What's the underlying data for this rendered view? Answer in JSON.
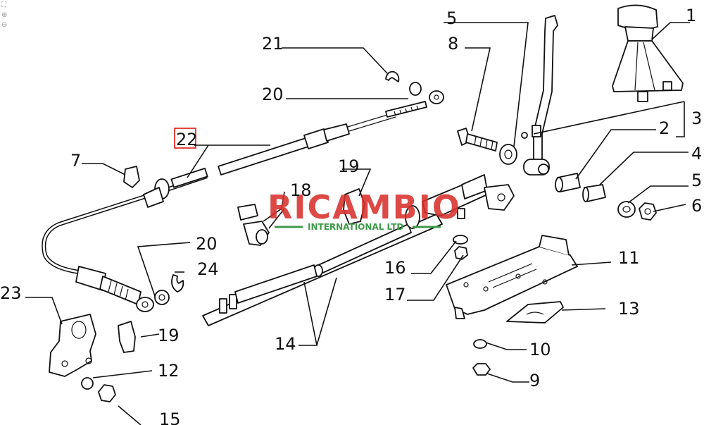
{
  "toolbar": {
    "icons": [
      "fullscreen-icon",
      "zoom-in-icon",
      "zoom-out-icon"
    ]
  },
  "watermark": {
    "brand": "RICAMBIO",
    "subtitle": "INTERNATIONAL LTD",
    "colors": {
      "red": "#d9302c",
      "green": "#3c9a48"
    }
  },
  "highlight_color": "#e0302a",
  "callouts": [
    {
      "id": "c1",
      "text": "1"
    },
    {
      "id": "c2",
      "text": "2"
    },
    {
      "id": "c3",
      "text": "3"
    },
    {
      "id": "c4",
      "text": "4"
    },
    {
      "id": "c5a",
      "text": "5"
    },
    {
      "id": "c5b",
      "text": "5"
    },
    {
      "id": "c6",
      "text": "6"
    },
    {
      "id": "c7",
      "text": "7"
    },
    {
      "id": "c8",
      "text": "8"
    },
    {
      "id": "c9",
      "text": "9"
    },
    {
      "id": "c10",
      "text": "10"
    },
    {
      "id": "c11",
      "text": "11"
    },
    {
      "id": "c12",
      "text": "12"
    },
    {
      "id": "c13",
      "text": "13"
    },
    {
      "id": "c14",
      "text": "14"
    },
    {
      "id": "c15",
      "text": "15"
    },
    {
      "id": "c16",
      "text": "16"
    },
    {
      "id": "c17",
      "text": "17"
    },
    {
      "id": "c18",
      "text": "18"
    },
    {
      "id": "c19a",
      "text": "19"
    },
    {
      "id": "c19b",
      "text": "19"
    },
    {
      "id": "c20a",
      "text": "20"
    },
    {
      "id": "c20b",
      "text": "20"
    },
    {
      "id": "c21",
      "text": "21"
    },
    {
      "id": "c22",
      "text": "22",
      "highlighted": true
    },
    {
      "id": "c23",
      "text": "23"
    },
    {
      "id": "c24",
      "text": "24"
    }
  ]
}
